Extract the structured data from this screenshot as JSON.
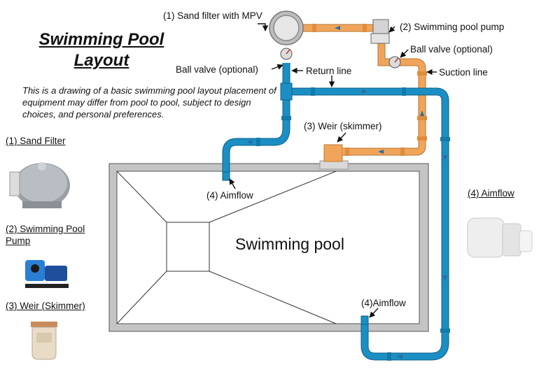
{
  "title": {
    "line1": "Swimming Pool",
    "line2": "Layout"
  },
  "description": "This is a drawing of a basic swimming pool layout placement of equipment may differ from pool to pool, subject to design choices, and personal preferences.",
  "labels": {
    "sand_filter_mpv": "(1) Sand filter with MPV",
    "pool_pump": "(2) Swimming pool pump",
    "ball_valve_right": "Ball valve (optional)",
    "ball_valve_left": "Ball valve (optional)",
    "return_line": "Return line",
    "suction_line": "Suction line",
    "weir": "(3) Weir (skimmer)",
    "aimflow_top": "(4) Aimflow",
    "aimflow_bottom": "(4)Aimflow",
    "pool": "Swimming pool"
  },
  "legend": {
    "sand_filter": "(1) Sand Filter",
    "pump_line1": "(2) Swimming Pool",
    "pump_line2": "Pump",
    "weir": "(3) Weir (Skimmer)",
    "aimflow": "(4) Aimflow"
  },
  "colors": {
    "return_pipe": "#1b8fc3",
    "suction_pipe": "#f0a55a",
    "pool_wall": "#bfbfbf",
    "pool_outline": "#555555"
  }
}
